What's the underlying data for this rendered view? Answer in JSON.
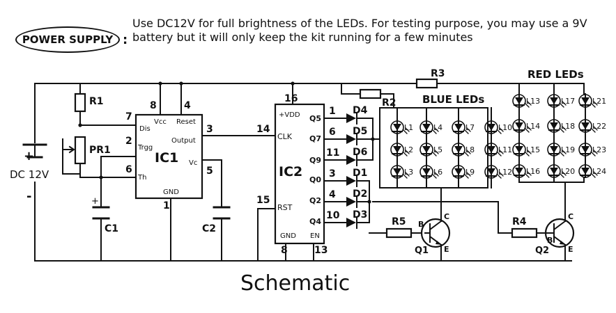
{
  "header": {
    "power_supply_label": "POWER SUPPLY",
    "note": "Use DC12V for full brightness of the LEDs. For testing purpose, you may use a 9V battery but it will only keep the kit running  for a few minutes"
  },
  "caption": "Schematic",
  "supply": {
    "plus": "+",
    "minus": "-",
    "label": "DC 12V"
  },
  "resistors": {
    "r1": "R1",
    "pr1": "PR1",
    "r2": "R2",
    "r3": "R3",
    "r4": "R4",
    "r5": "R5"
  },
  "capacitors": {
    "c1": "C1",
    "c2": "C2",
    "plus": "+"
  },
  "ic1": {
    "name": "IC1",
    "pins": {
      "dis": "Dis",
      "vcc": "Vcc",
      "reset": "Reset",
      "output": "Output",
      "trgg": "Trgg",
      "th": "Th",
      "vc": "Vc",
      "gnd": "GND"
    },
    "pin_numbers": {
      "p7": "7",
      "p8": "8",
      "p4": "4",
      "p3": "3",
      "p2": "2",
      "p6": "6",
      "p5": "5",
      "p1": "1"
    }
  },
  "ic2": {
    "name": "IC2",
    "pins": {
      "vdd": "+VDD",
      "clk": "CLK",
      "rst": "RST",
      "gnd": "GND",
      "en": "EN",
      "q5": "Q5",
      "q7": "Q7",
      "q9": "Q9",
      "q0": "Q0",
      "q2": "Q2",
      "q4": "Q4"
    },
    "pin_numbers": {
      "p16": "16",
      "p14": "14",
      "p15": "15",
      "p8": "8",
      "p13": "13",
      "p1": "1",
      "p6": "6",
      "p11": "11",
      "p3": "3",
      "p4": "4",
      "p10": "10"
    }
  },
  "diodes": [
    "D4",
    "D5",
    "D6",
    "D1",
    "D2",
    "D3"
  ],
  "blue_leds": {
    "title": "BLUE LEDs",
    "labels": [
      "L1",
      "L2",
      "L3",
      "L4",
      "L5",
      "L6",
      "L7",
      "L8",
      "L9",
      "L10",
      "L11",
      "L12"
    ]
  },
  "red_leds": {
    "title": "RED LEDs",
    "labels": [
      "L13",
      "L14",
      "L15",
      "L16",
      "L17",
      "L18",
      "L19",
      "L20",
      "L21",
      "L22",
      "L23",
      "L24"
    ]
  },
  "transistors": {
    "q1": "Q1",
    "q2": "Q2",
    "b": "B",
    "c": "C",
    "e": "E"
  }
}
